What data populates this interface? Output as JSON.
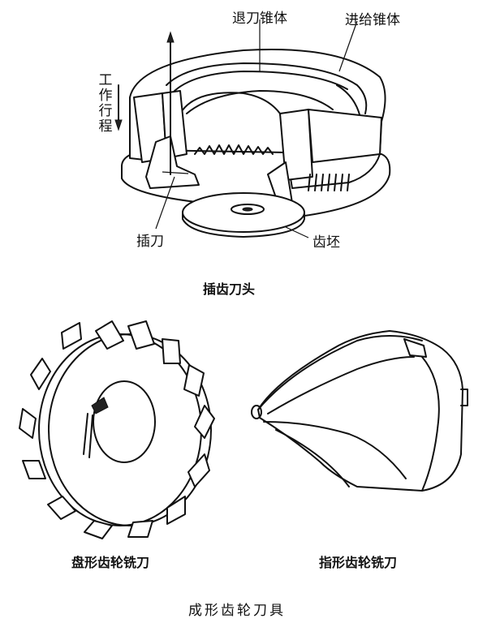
{
  "top": {
    "label_retract_cone": "退刀锥体",
    "label_feed_cone": "进给锥体",
    "label_stroke_vertical": "工作行程",
    "label_cutter": "插刀",
    "label_blank": "齿坯",
    "caption": "插齿刀头"
  },
  "bottom_left": {
    "caption": "盘形齿轮铣刀"
  },
  "bottom_right": {
    "caption": "指形齿轮铣刀"
  },
  "figure_title": "成形齿轮刀具"
}
